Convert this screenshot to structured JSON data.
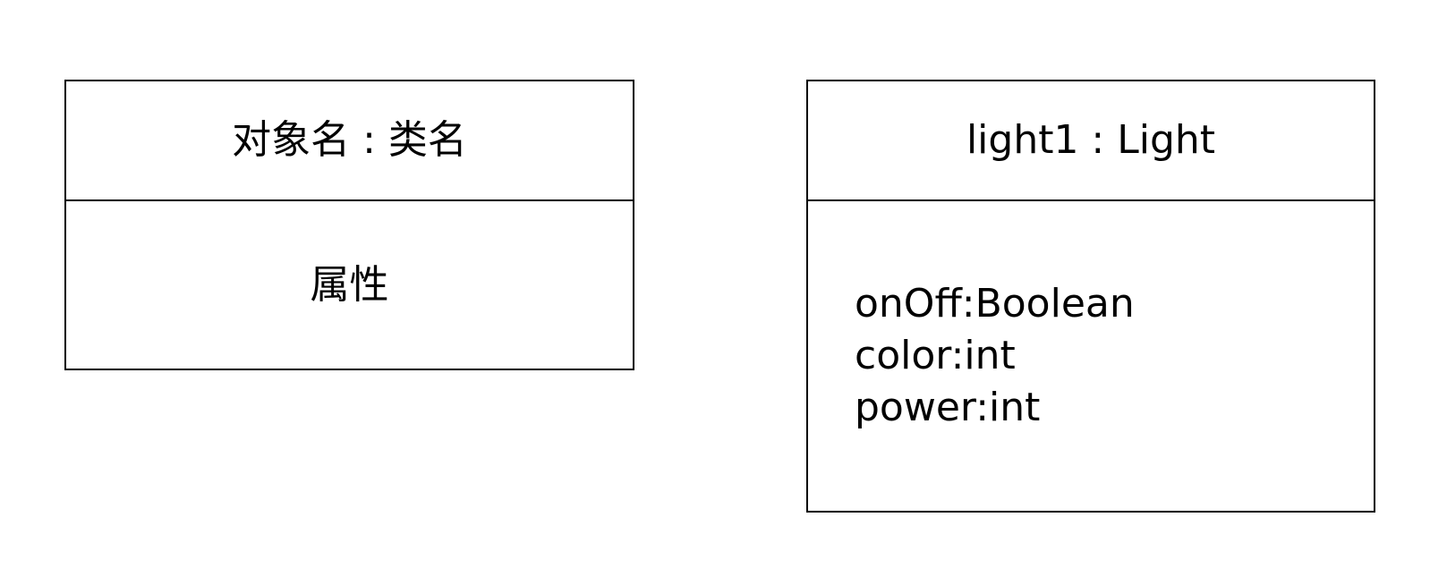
{
  "diagram": {
    "notation_box": {
      "header": "对象名 : 类名",
      "body": "属性"
    },
    "object_box": {
      "header": "light1 : Light",
      "attributes": [
        "onOff:Boolean",
        "color:int",
        "power:int"
      ]
    }
  }
}
